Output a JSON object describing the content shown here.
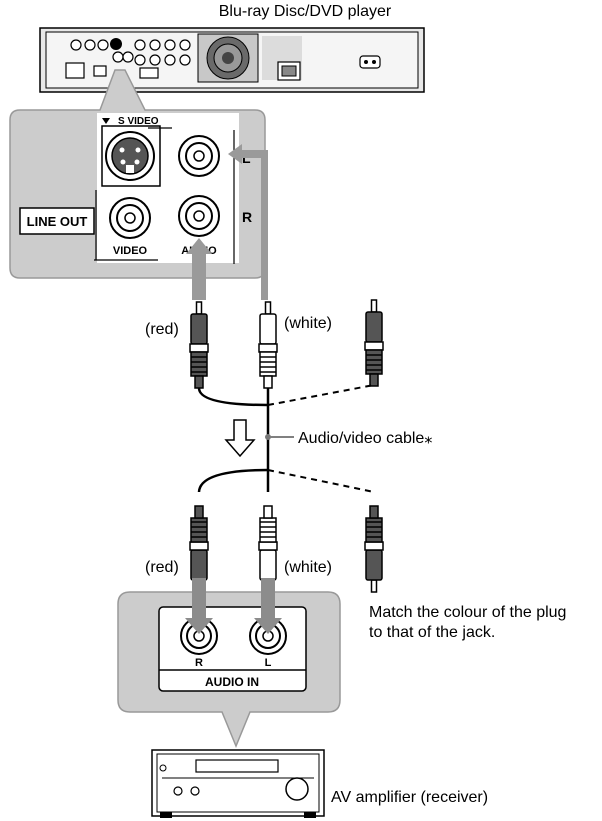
{
  "title": "Blu-ray Disc/DVD player",
  "player_panel": {
    "s_video": "S VIDEO",
    "line_out": "LINE OUT",
    "video": "VIDEO",
    "audio": "AUDIO",
    "left": "L",
    "right": "R"
  },
  "cable": {
    "red_top": "(red)",
    "white_top": "(white)",
    "label": "Audio/video cable⁎",
    "red_bottom": "(red)",
    "white_bottom": "(white)"
  },
  "amp_panel": {
    "right": "R",
    "left": "L",
    "audio_in": "AUDIO IN"
  },
  "note": {
    "line1": "Match the colour of the plug",
    "line2": "to that of the jack."
  },
  "receiver_label": "AV amplifier (receiver)"
}
